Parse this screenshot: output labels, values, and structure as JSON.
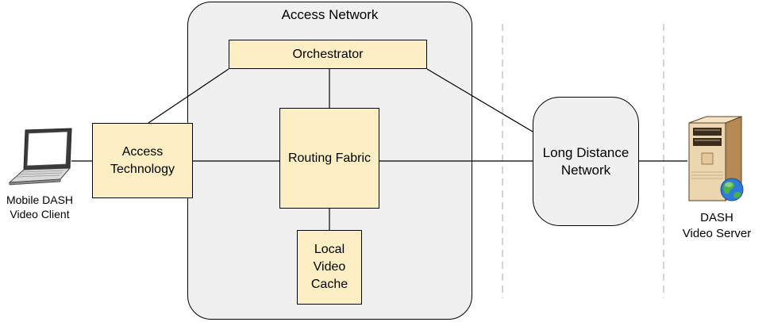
{
  "access_network": {
    "title": "Access Network"
  },
  "orchestrator": {
    "label": "Orchestrator"
  },
  "access_technology": {
    "label": "Access\nTechnology"
  },
  "routing_fabric": {
    "label": "Routing Fabric"
  },
  "local_video_cache": {
    "label": "Local\nVideo\nCache"
  },
  "long_distance_network": {
    "label": "Long Distance\nNetwork"
  },
  "client": {
    "label": "Mobile DASH\nVideo Client",
    "icon": "laptop-icon"
  },
  "server": {
    "label": "DASH\nVideo Server",
    "icon": "server-globe-icon"
  },
  "colors": {
    "box_fill": "#fdefc3",
    "region_fill": "#f0f0f0",
    "divider": "#bdbdbd"
  }
}
